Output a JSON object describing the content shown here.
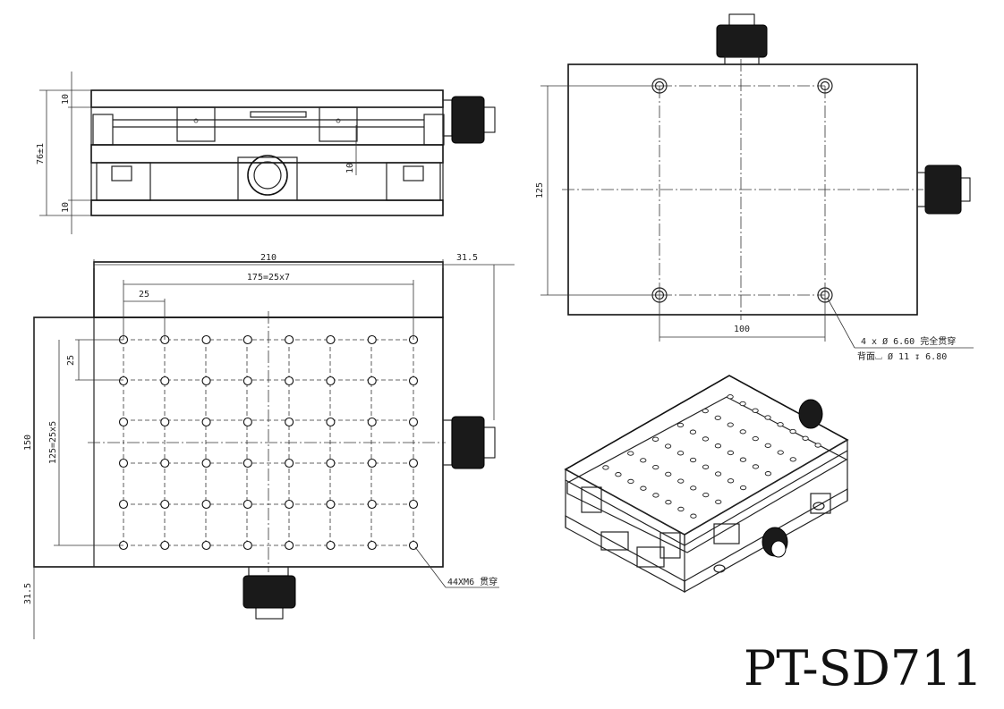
{
  "title": "PT-SD711",
  "side_view": {
    "dim_top": "10",
    "dim_height": "76±1",
    "dim_bottom": "10",
    "dim_mid": "10"
  },
  "top_view": {
    "dim_width": "210",
    "dim_offset": "31.5",
    "dim_hole_span": "175=25x7",
    "dim_pitch_x": "25",
    "dim_pitch_y": "25",
    "dim_height": "150",
    "dim_hole_span_y": "125=25x5",
    "dim_offset_bottom": "31.5",
    "holes_note": "44XM6 贯穿",
    "hole_cols": 8,
    "hole_rows": 6
  },
  "bottom_view": {
    "dim_height": "125",
    "dim_width": "100",
    "hole_note_1": "4 x Ø 6.60 完全贯穿",
    "hole_note_2": "背面⌴ Ø 11 ↧ 6.80"
  }
}
